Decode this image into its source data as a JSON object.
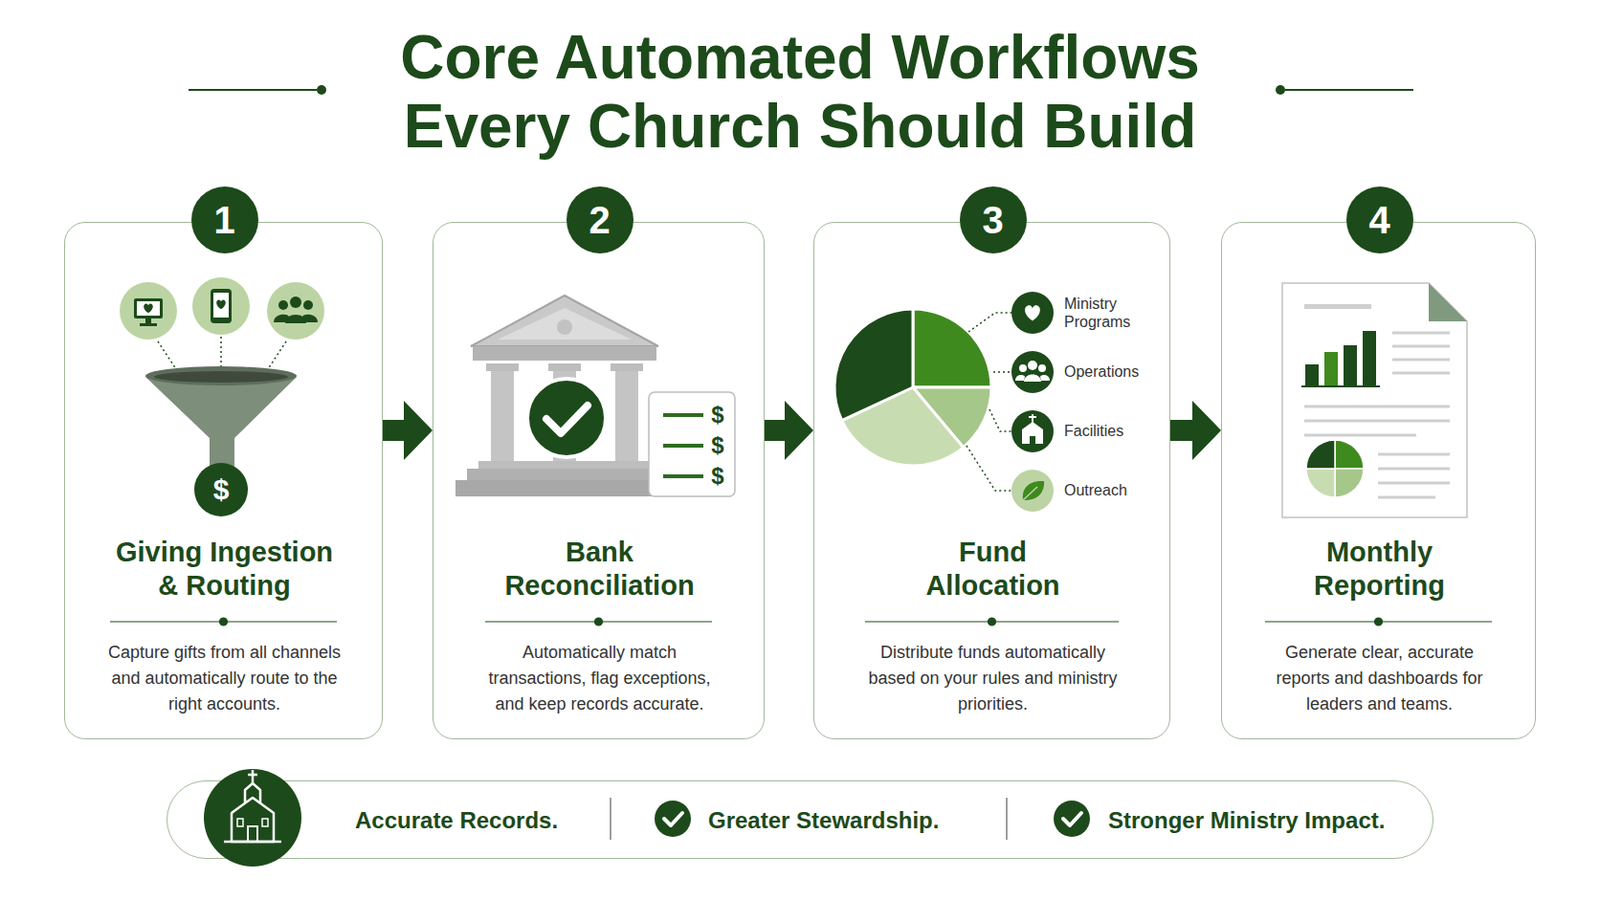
{
  "diagram": {
    "title": "Core Automated Workflows Every Church Should Build",
    "nodes": [
      {
        "text": [
          "Giving Ingestion & Routing",
          "Capture gifts from all channels and automatically route to the right accounts."
        ]
      },
      {
        "text": [
          "1"
        ],
        "in": 0
      },
      {
        "text": [
          "Bank Reconciliation",
          "Automatically match transactions, flag exceptions, and keep records accurate."
        ]
      },
      {
        "text": [
          "2"
        ],
        "in": 2
      },
      {
        "text": [
          "Fund Allocation",
          "Distribute funds automatically based on your rules and ministry priorities."
        ]
      },
      {
        "text": [
          "3"
        ],
        "in": 4
      },
      {
        "text": [
          "Monthly Reporting",
          "Generate clear, accurate reports and dashboards for leaders and teams."
        ]
      },
      {
        "text": [
          "4"
        ],
        "in": 6
      },
      {
        "text": [
          "Accurate Records.",
          "Greater Stewardship.",
          "Stronger Ministry Impact."
        ]
      }
    ],
    "edges": [
      {
        "from": 0,
        "to": 2,
        "arrow": "to"
      },
      {
        "from": 2,
        "to": 4,
        "arrow": "to"
      },
      {
        "from": 4,
        "to": 6,
        "arrow": "to"
      }
    ],
    "labels": [
      "$",
      "$",
      "$",
      "$",
      "Ministry Programs",
      "Operations",
      "Facilities",
      "Outreach"
    ]
  }
}
